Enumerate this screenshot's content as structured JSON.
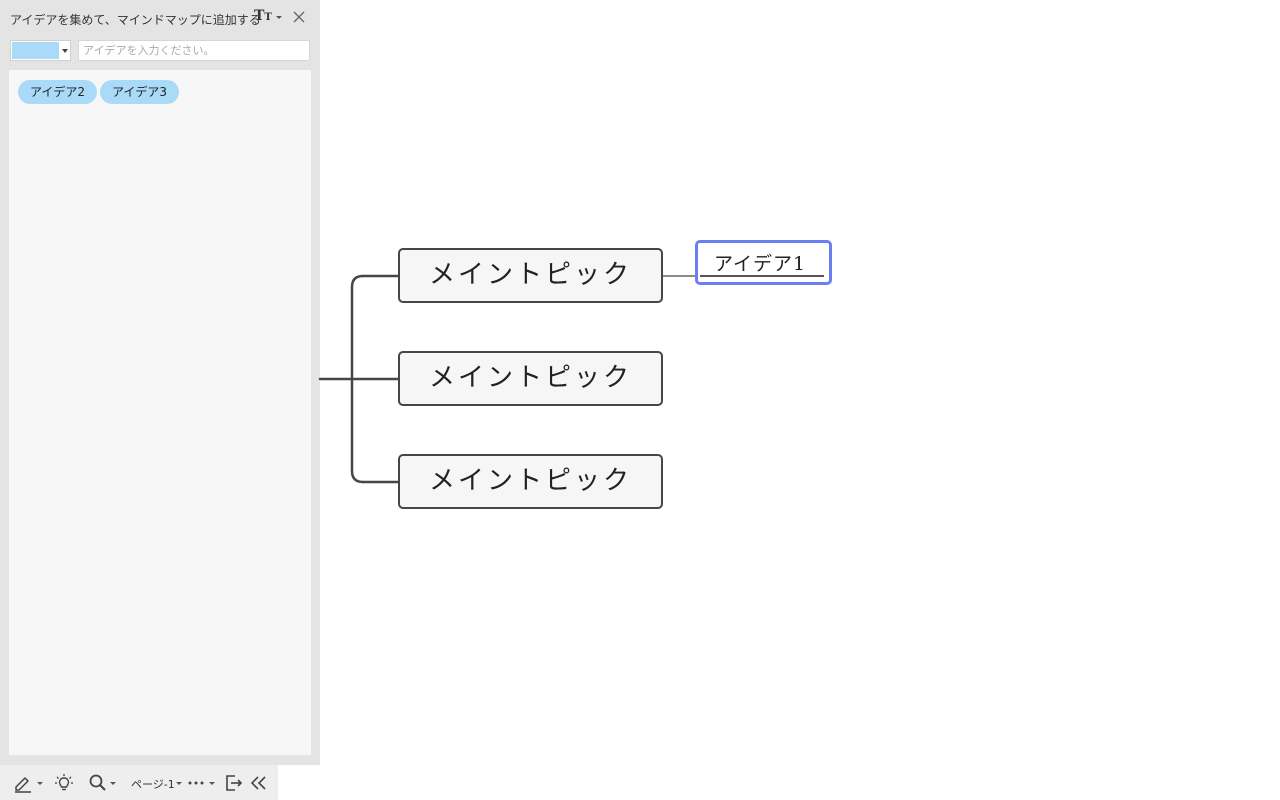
{
  "panel": {
    "title": "アイデアを集めて、マインドマップに追加する",
    "text_style_big": "T",
    "text_style_small": "T",
    "color_swatch": "#a9daf8",
    "input": {
      "value": "",
      "placeholder": "アイデアを入力ください。"
    },
    "ideas": [
      {
        "label": "アイデア2",
        "color": "#a9daf8"
      },
      {
        "label": "アイデア3",
        "color": "#a9daf8"
      }
    ]
  },
  "toolbar": {
    "page_label": "ページ-1"
  },
  "mindmap": {
    "main_topics": [
      {
        "label": "メイントピック"
      },
      {
        "label": "メイントピック"
      },
      {
        "label": "メイントピック"
      }
    ],
    "subtopic": {
      "label": "アイデア1",
      "selection_color": "#6a7ff2"
    },
    "line_color": "#464646"
  }
}
